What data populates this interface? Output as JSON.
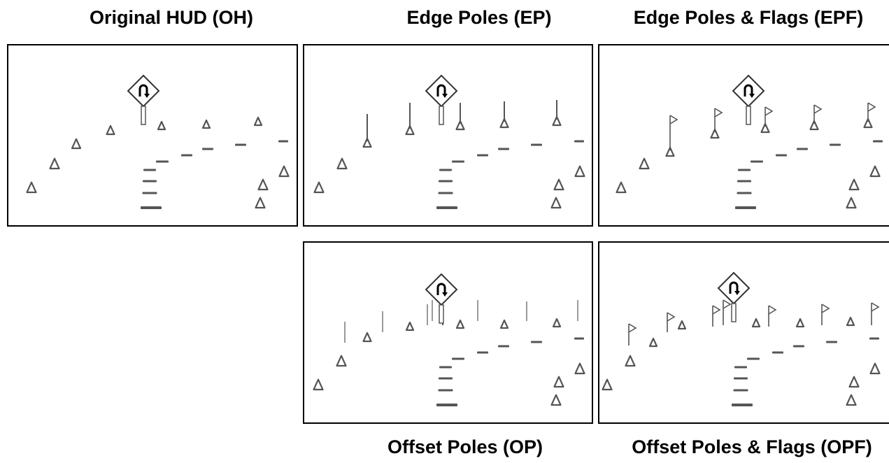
{
  "titles": {
    "oh": "Original HUD (OH)",
    "ep": "Edge Poles (EP)",
    "epf": "Edge Poles & Flags (EPF)",
    "op": "Offset Poles (OP)",
    "opf": "Offset Poles & Flags (OPF)"
  },
  "panels": [
    {
      "id": "oh",
      "poles": "none",
      "flags": false
    },
    {
      "id": "ep",
      "poles": "edge",
      "flags": false
    },
    {
      "id": "epf",
      "poles": "edge",
      "flags": true
    },
    {
      "id": "op",
      "poles": "offset",
      "flags": false
    },
    {
      "id": "opf",
      "poles": "offset",
      "flags": true
    }
  ],
  "colors": {
    "ink": "#555555",
    "border": "#000000",
    "background": "#ffffff"
  },
  "icons": [
    "u-turn-sign-icon",
    "cone-marker-icon",
    "lane-dash-icon",
    "pole-icon",
    "flag-icon"
  ]
}
